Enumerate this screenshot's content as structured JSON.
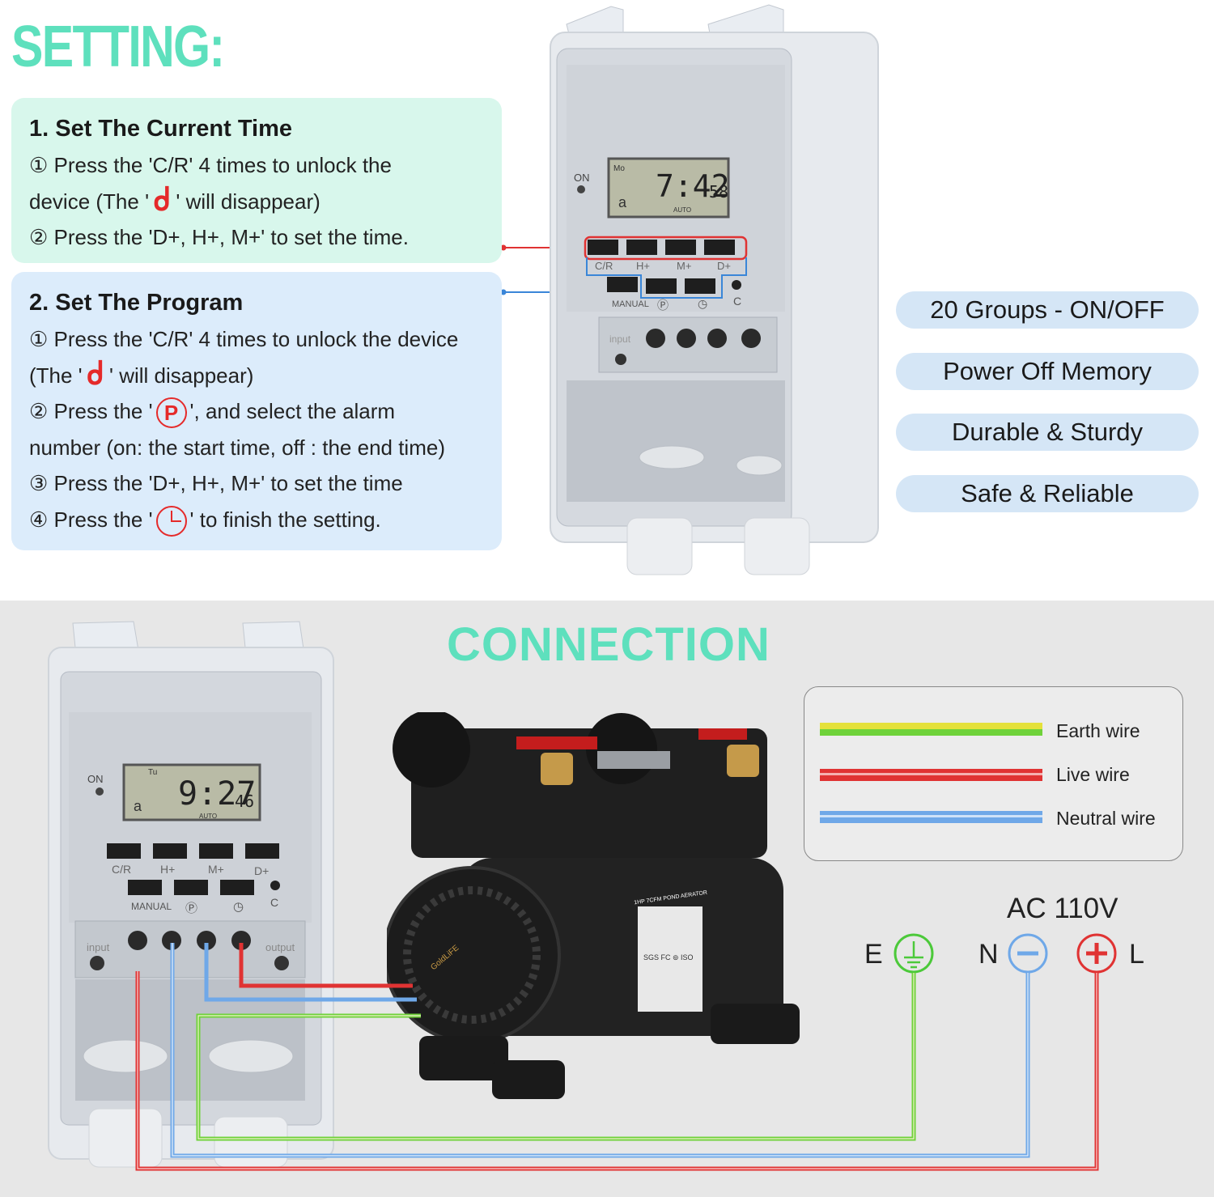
{
  "setting": {
    "title": "SETTING:",
    "step1": {
      "heading": "1. Set The Current Time",
      "line1": "① Press the 'C/R' 4 times to unlock the",
      "line2_pre": "device (The '",
      "line2_post": "' will disappear)",
      "line3": "② Press the 'D+, H+, M+' to set the time."
    },
    "step2": {
      "heading": "2. Set The Program",
      "line1": "① Press the 'C/R' 4 times to unlock the device",
      "line2_pre": "(The '",
      "line2_post": "' will disappear)",
      "line3_pre": "② Press the '",
      "line3_post": "', and select the alarm",
      "line4": "number (on: the start time, off : the end time)",
      "line5": "③ Press the 'D+, H+, M+' to set the time",
      "line6_pre": "④ Press the '",
      "line6_post": "' to finish the setting."
    },
    "lock_glyph": "ᑯ",
    "program_glyph": "P"
  },
  "features": [
    "20 Groups - ON/OFF",
    "Power Off Memory",
    "Durable & Sturdy",
    "Safe & Reliable"
  ],
  "device_top": {
    "on_label": "ON",
    "day": "Mo",
    "time": "7:42",
    "seconds": "58",
    "mode": "AUTO",
    "lock_indicator": "a",
    "button_labels": [
      "C/R",
      "H+",
      "M+",
      "D+"
    ],
    "bottom_labels": [
      "MANUAL",
      "Ⓟ",
      "◷",
      "C"
    ],
    "input_label": "input"
  },
  "device_bottom": {
    "on_label": "ON",
    "day": "Tu",
    "time": "9:27",
    "seconds": "46",
    "mode": "AUTO",
    "lock_indicator": "a",
    "button_labels": [
      "C/R",
      "H+",
      "M+",
      "D+"
    ],
    "bottom_labels": [
      "MANUAL",
      "Ⓟ",
      "◷",
      "C"
    ],
    "input_label": "input",
    "output_label": "output"
  },
  "pump": {
    "brand": "GoldLiFE",
    "model": "1HP 7CFM POND AERATOR",
    "marks": "SGS FC ⊚ ISO"
  },
  "connection": {
    "title": "CONNECTION",
    "legend": [
      {
        "label": "Earth wire",
        "color": "#9ad93b"
      },
      {
        "label": "Live wire",
        "color": "#e03333"
      },
      {
        "label": "Neutral wire",
        "color": "#6fa8e8"
      }
    ],
    "supply": "AC 110V",
    "terminals": [
      {
        "letter": "E",
        "symbol": "earth-icon",
        "color": "#4cc93a"
      },
      {
        "letter": "N",
        "symbol": "−",
        "color": "#6fa8e8"
      },
      {
        "letter": "L",
        "symbol": "+",
        "color": "#e03333"
      }
    ]
  }
}
